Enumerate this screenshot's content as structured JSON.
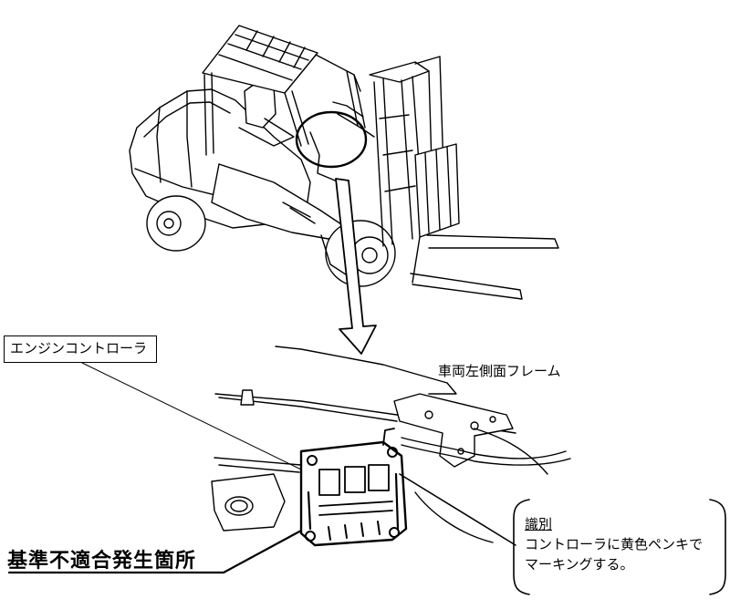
{
  "labels": {
    "engine_controller": "エンジンコントローラ",
    "vehicle_left_frame": "車両左側面フレーム",
    "defect_location": "基準不適合発生箇所"
  },
  "note": {
    "title": "識別",
    "line1": "コントローラに黄色ペンキで",
    "line2": "マーキングする。"
  }
}
